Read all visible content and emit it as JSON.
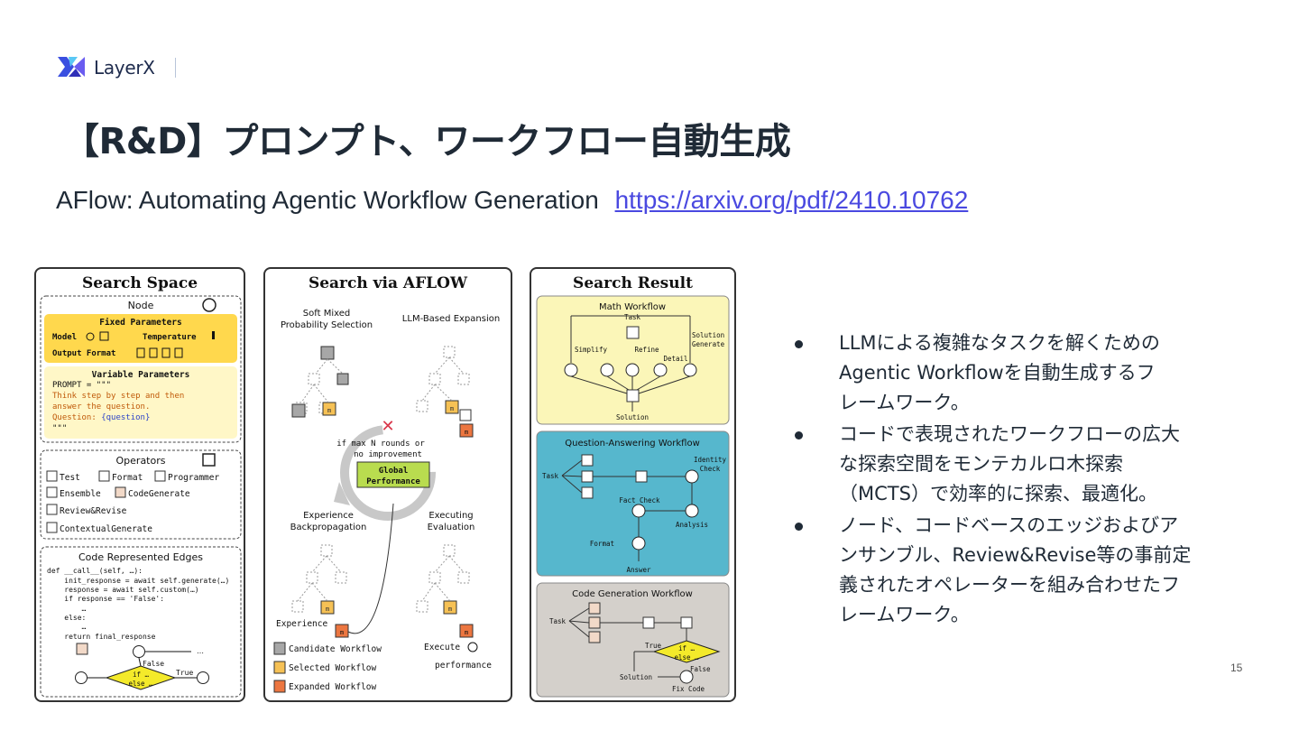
{
  "brand": {
    "name": "LayerX"
  },
  "title": "【R&D】プロンプト、ワークフロー自動生成",
  "subtitle": {
    "text": "AFlow: Automating Agentic Workflow Generation",
    "link": "https://arxiv.org/pdf/2410.10762"
  },
  "figure": {
    "search_space": {
      "title": "Search Space",
      "node_label": "Node",
      "fixed_params_title": "Fixed Parameters",
      "model_label": "Model",
      "temperature_label": "Temperature",
      "output_format_label": "Output Format",
      "variable_params_title": "Variable Parameters",
      "prompt_line": "PROMPT = \"\"\"",
      "prompt_body_1": "Think step by step and then",
      "prompt_body_2": "answer the question.",
      "prompt_question": "Question: ",
      "prompt_placeholder": "{question}",
      "prompt_end": "\"\"\"",
      "operators_title": "Operators",
      "operators": [
        "Test",
        "Format",
        "Programmer",
        "Ensemble",
        "CodeGenerate",
        "Review&Revise",
        "ContextualGenerate"
      ],
      "edges_title": "Code Represented Edges",
      "code_lines": [
        "def __call__(self, …):",
        "    init_response = await self.generate(…)",
        "    response = await self.custom(…)",
        "    if response == 'False':",
        "        …",
        "    else:",
        "        …",
        "    return final_response"
      ],
      "false_label": "False",
      "true_label": "True",
      "if_label": "if …",
      "else_label": "else …",
      "ellipsis": "…"
    },
    "search_via": {
      "title": "Search via AFLOW",
      "soft_mixed": [
        "Soft Mixed",
        "Probability Selection"
      ],
      "llm_expansion": "LLM-Based Expansion",
      "if_max": [
        "if max N rounds or",
        "no improvement"
      ],
      "global_perf": [
        "Global",
        "Performance"
      ],
      "experience_back": [
        "Experience",
        "Backpropagation"
      ],
      "executing_eval": [
        "Executing",
        "Evaluation"
      ],
      "experience_label": "Experience",
      "execute_label": "Execute",
      "performance_label": "performance",
      "legend": [
        "Candidate Workflow",
        "Selected Workflow",
        "Expanded Workflow"
      ],
      "node_glyph": "m"
    },
    "search_result": {
      "title": "Search Result",
      "math": {
        "title": "Math Workflow",
        "task": "Task",
        "simplify": "Simplify",
        "refine": "Refine",
        "detail": "Detail",
        "solution_generate": [
          "Solution",
          "Generate"
        ],
        "solution": "Solution"
      },
      "qa": {
        "title": "Question-Answering Workflow",
        "task": "Task",
        "identity_check": [
          "Identity",
          "Check"
        ],
        "fact_check": "Fact Check",
        "analysis": "Analysis",
        "format": "Format",
        "answer": "Answer"
      },
      "code": {
        "title": "Code Generation Workflow",
        "task": "Task",
        "true": "True",
        "false": "False",
        "if": "if …",
        "else": "else …",
        "solution": "Solution",
        "fix_code": "Fix Code"
      }
    }
  },
  "bullets": [
    [
      "LLMによる複雑なタスクを解くための",
      "Agentic Workflowを自動生成するフ",
      "レームワーク。"
    ],
    [
      "コードで表現されたワークフローの広大",
      "な探索空間をモンテカルロ木探索",
      "（MCTS）で効率的に探索、最適化。"
    ],
    [
      "ノード、コードベースのエッジおよびア",
      "ンサンブル、Review&Revise等の事前定",
      "義されたオペレーターを組み合わせたフ",
      "レームワーク。"
    ]
  ],
  "page_number": "15",
  "colors": {
    "accent_link": "#4a49e0",
    "fixed_params_bg": "#ffd84d",
    "variable_params_bg": "#fff7c7",
    "math_bg": "#fbf6b8",
    "qa_bg": "#56b7cd",
    "code_bg": "#d4d0cb",
    "global_perf": "#b9dc4f",
    "candidate": "#a7a7a7",
    "selected": "#f6c155",
    "expanded": "#ec7640"
  }
}
